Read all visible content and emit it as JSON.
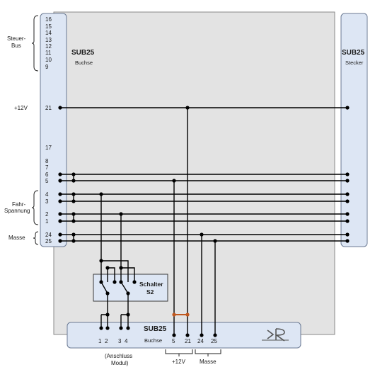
{
  "left_connector": {
    "title": "SUB25",
    "subtitle": "Buchse",
    "pins_top": [
      "16",
      "15",
      "14",
      "13",
      "12",
      "11",
      "10",
      "9"
    ],
    "pin_21": "21",
    "pins_mid": [
      "17",
      "8",
      "7",
      "6",
      "5"
    ],
    "pins_fahr": [
      "4",
      "3",
      "2",
      "1"
    ],
    "pins_masse": [
      "24",
      "25"
    ]
  },
  "right_connector": {
    "title": "SUB25",
    "subtitle": "Stecker"
  },
  "bottom_connector": {
    "title": "SUB25",
    "subtitle": "Buchse",
    "pins": [
      "1",
      "2",
      "3",
      "4",
      "5",
      "21",
      "24",
      "25"
    ]
  },
  "switch": {
    "title": "Schalter",
    "subtitle": "S2"
  },
  "side_labels": {
    "steuer": [
      "Steuer-",
      "Bus"
    ],
    "plus12": "+12V",
    "fahr": [
      "Fahr-",
      "Spannung"
    ],
    "masse": "Masse"
  },
  "bottom_labels": {
    "anschluss": [
      "(Anschluss",
      "Modul)"
    ],
    "plus12": "+12V",
    "masse": "Masse"
  },
  "colors": {
    "wire": "#000000",
    "jumper": "#c0581f",
    "connector_fill": "#dde6f4",
    "board_fill": "#e3e3e3"
  }
}
